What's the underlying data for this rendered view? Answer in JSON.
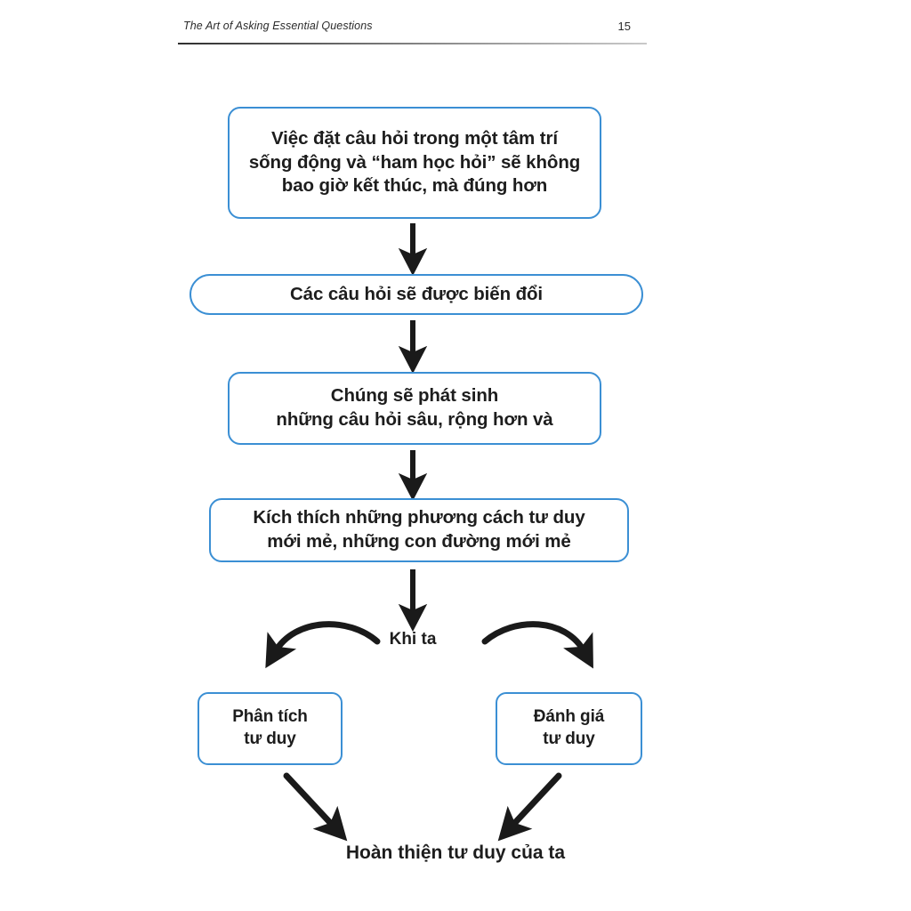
{
  "header": {
    "title": "The Art of Asking Essential Questions",
    "page_number": "15"
  },
  "colors": {
    "box_border": "#3b8fd4",
    "text": "#1d1d1d",
    "arrow": "#1a1a1a",
    "page_background": "#ffffff"
  },
  "diagram": {
    "type": "flowchart",
    "nodes": [
      {
        "id": "origin",
        "text": "Việc đặt câu hỏi trong một tâm trí\nsống động và “ham học hỏi” sẽ không\nbao giờ kết thúc, mà đúng hơn",
        "shape": "rounded-rectangle"
      },
      {
        "id": "transform",
        "text": "Các câu hỏi sẽ được biến đổi",
        "shape": "stadium"
      },
      {
        "id": "generate",
        "text": "Chúng sẽ phát sinh\nnhững câu hỏi sâu, rộng hơn và",
        "shape": "rounded-rectangle"
      },
      {
        "id": "stimulate",
        "text": "Kích thích những phương cách tư duy\nmới mẻ, những con đường mới mẻ",
        "shape": "rounded-rectangle"
      },
      {
        "id": "when",
        "text": "Khi ta",
        "shape": "plain-text"
      },
      {
        "id": "analyze",
        "text": "Phân tích\ntư duy",
        "shape": "rounded-rectangle"
      },
      {
        "id": "evaluate",
        "text": "Đánh giá\ntư duy",
        "shape": "rounded-rectangle"
      },
      {
        "id": "outcome",
        "text": "Hoàn thiện tư duy của ta",
        "shape": "plain-text"
      }
    ],
    "edges": [
      {
        "from": "origin",
        "to": "transform",
        "style": "straight-down"
      },
      {
        "from": "transform",
        "to": "generate",
        "style": "straight-down"
      },
      {
        "from": "generate",
        "to": "stimulate",
        "style": "straight-down"
      },
      {
        "from": "stimulate",
        "to": "when",
        "style": "straight-down"
      },
      {
        "from": "when",
        "to": "analyze",
        "style": "curve-left"
      },
      {
        "from": "when",
        "to": "evaluate",
        "style": "curve-right"
      },
      {
        "from": "analyze",
        "to": "outcome",
        "style": "diagonal-right-down"
      },
      {
        "from": "evaluate",
        "to": "outcome",
        "style": "diagonal-left-down"
      }
    ]
  }
}
